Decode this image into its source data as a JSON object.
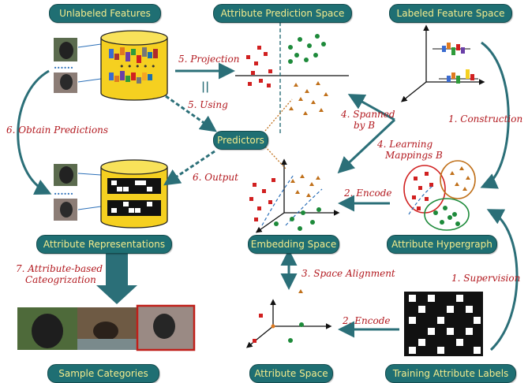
{
  "boxes": {
    "unlabeled_features": "Unlabeled Features",
    "attribute_prediction_space": "Attribute Prediction Space",
    "labeled_feature_space": "Labeled Feature Space",
    "predictors": "Predictors",
    "attribute_representations": "Attribute Representations",
    "embedding_space": "Embedding Space",
    "attribute_hypergraph": "Attribute Hypergraph",
    "sample_categories": "Sample Categories",
    "attribute_space": "Attribute Space",
    "training_attribute_labels": "Training Attribute Labels"
  },
  "steps": {
    "projection": "5. Projection",
    "equals": "||",
    "using": "5. Using",
    "obtain_predictions": "6. Obtain Predictions",
    "output": "6. Output",
    "spanned_1": "4. Spanned",
    "spanned_2": "by B",
    "learning_1": "4. Learning",
    "learning_2": "Mappings B",
    "construction": "1. Construction",
    "encode_top": "2. Encode",
    "space_alignment": "3. Space Alignment",
    "attr_cat_1": "7. Attribute-based",
    "attr_cat_2": "Cateogrization",
    "supervision": "1. Supervision",
    "encode_bottom": "2. Encode",
    "dots": "......"
  },
  "colors": {
    "pill_bg": "#1f6f73",
    "pill_text": "#f4ec8c",
    "step_text": "#b2181e",
    "arrow": "#2b6f78",
    "red_class": "#d12020",
    "green_class": "#1d8a3a",
    "orange_class": "#c0701a",
    "cylinder": "#f5d020"
  }
}
